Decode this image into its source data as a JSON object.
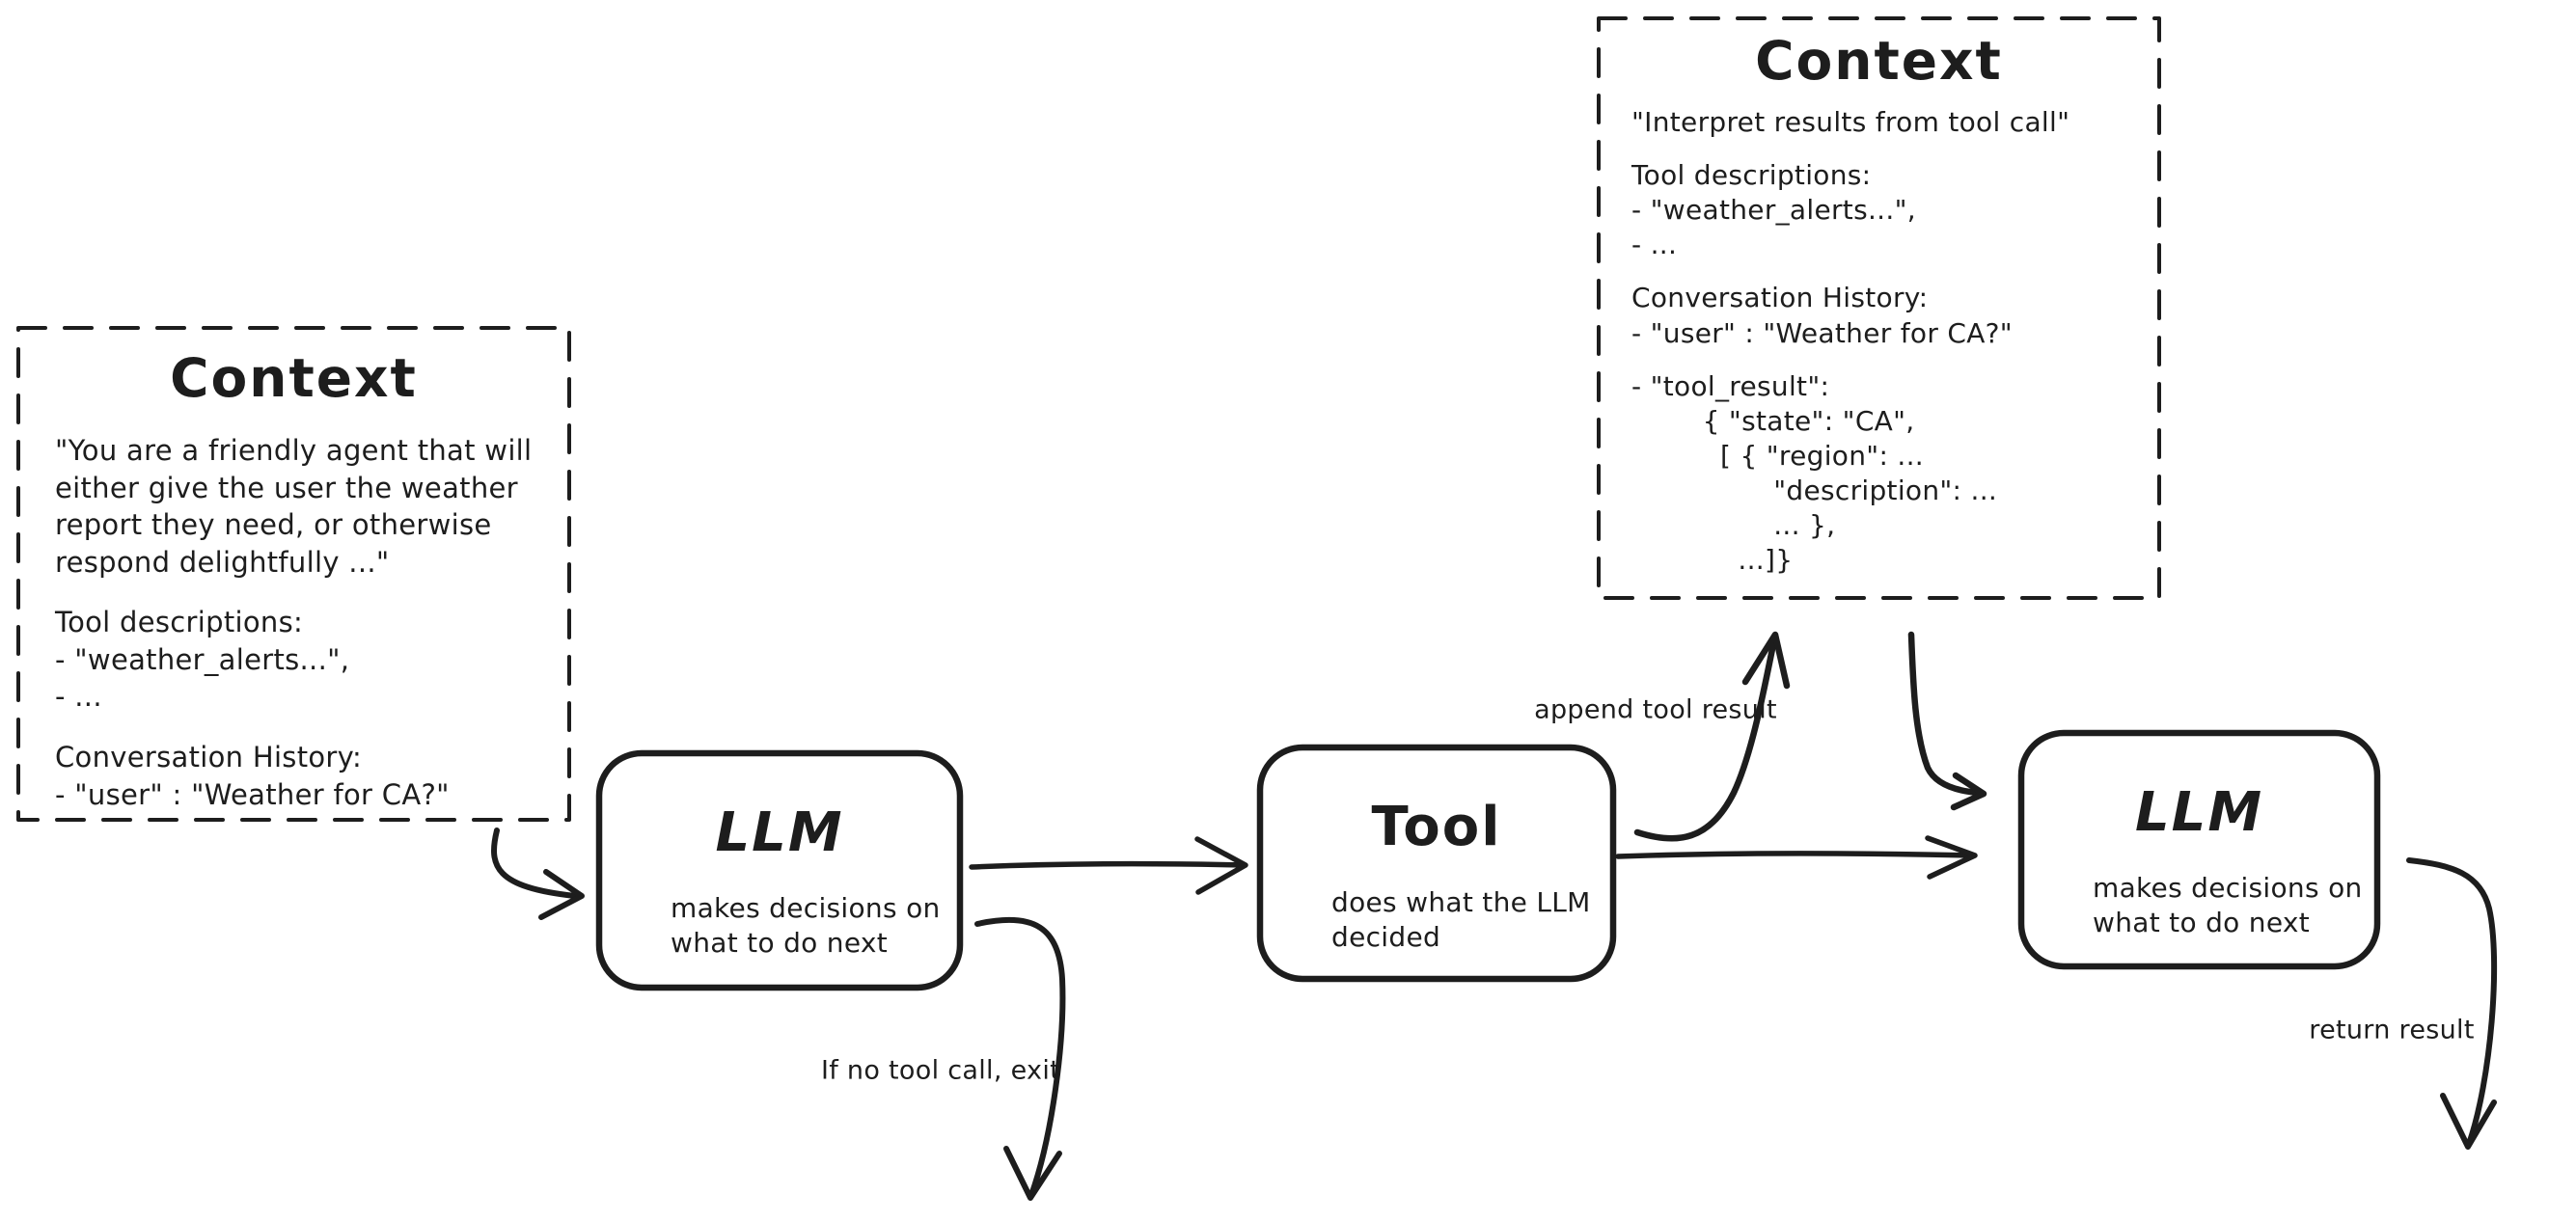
{
  "canvas": {
    "background": "#ffffff",
    "ink": "#1d1d1d"
  },
  "context_left": {
    "title": "Context",
    "system_prompt": "\"You are a friendly agent that will\neither give the user the weather\nreport they need, or otherwise\nrespond delightfully ...\"",
    "tool_descriptions": "Tool descriptions:\n- \"weather_alerts...\",\n- ...",
    "conversation_history": "Conversation History:\n- \"user\" : \"Weather for CA?\""
  },
  "context_right": {
    "title": "Context",
    "instruction": "\"Interpret results from tool call\"",
    "tool_descriptions": "Tool descriptions:\n- \"weather_alerts...\",\n- ...",
    "conversation_history": "Conversation History:\n- \"user\" : \"Weather for CA?\"",
    "tool_result": "- \"tool_result\":\n        { \"state\": \"CA\",\n          [ { \"region\": ...\n                \"description\": ...\n                ... },\n            ...]}"
  },
  "nodes": {
    "llm_first": {
      "title": "LLM",
      "description": "makes decisions on\nwhat to do next"
    },
    "tool": {
      "title": "Tool",
      "description": "does what the LLM\ndecided"
    },
    "llm_second": {
      "title": "LLM",
      "description": "makes decisions on\nwhat to do next"
    }
  },
  "edge_labels": {
    "append_tool_result": "append tool result",
    "if_no_tool_call_exit": "If no tool call, exit",
    "return_result": "return result"
  }
}
